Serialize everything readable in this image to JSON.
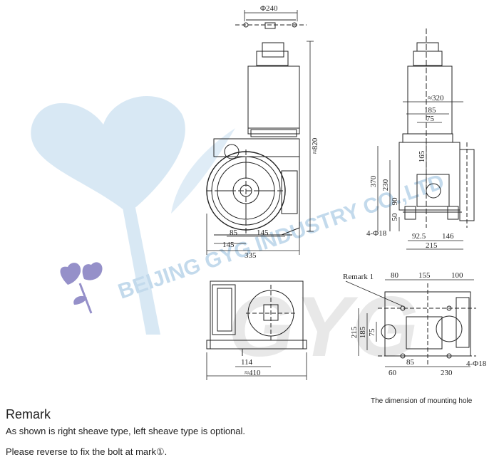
{
  "watermark": {
    "company": "BEIJING GYG INDUSTRY CO.,LTD",
    "logo": "GYG",
    "colors": {
      "heart": "#cfe3f1",
      "text": "#c5dcec",
      "accent": "#8a84c4"
    }
  },
  "dimensions": {
    "front": {
      "top_diameter": "Φ240",
      "height": "≈820",
      "d85": "85",
      "d145a": "145",
      "d145b": "145",
      "d335": "335"
    },
    "side": {
      "w320": "≈320",
      "w185": "185",
      "w75": "75",
      "h370": "370",
      "h230": "230",
      "h165": "165",
      "h90": "90",
      "h50": "50",
      "holes": "4-Φ18",
      "d92_5": "92.5",
      "d146": "146",
      "d215": "215"
    },
    "bottom": {
      "d114": "114",
      "d410": "≈410"
    },
    "mount": {
      "remark": "Remark 1",
      "d80": "80",
      "d155": "155",
      "d100": "100",
      "h215": "215",
      "h185": "185",
      "h75": "75",
      "d60": "60",
      "d85": "85",
      "d230": "230",
      "holes": "4-Φ18"
    }
  },
  "caption": "The dimension of mounting hole",
  "remark": {
    "title": "Remark",
    "line1": "As shown is right sheave type, left sheave type is optional.",
    "line2": "Please reverse to fix the bolt at mark①."
  }
}
